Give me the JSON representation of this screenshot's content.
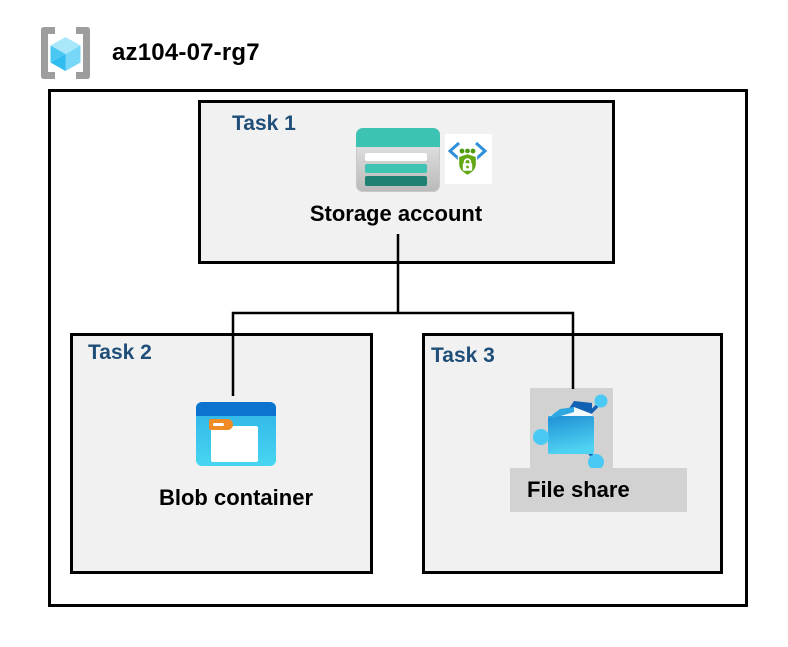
{
  "header": {
    "resource_group_name": "az104-07-rg7"
  },
  "tasks": [
    {
      "label": "Task 1",
      "node": "Storage account"
    },
    {
      "label": "Task 2",
      "node": "Blob container"
    },
    {
      "label": "Task 3",
      "node": "File share"
    }
  ],
  "icons": {
    "resource_group": "resource-group-icon (gray brackets with cyan cube)",
    "task1_primary": "storage-account-icon (teal striped card)",
    "task1_badge": "sas-security-icon (blue code chevrons, green dots, green shield with white lock)",
    "task2": "blob-container-icon (blue window with white folder and orange tab)",
    "task3": "file-share-icon (blue open folder with three cyan network nodes)"
  },
  "colors": {
    "task_label_navy": "#1F4E79",
    "box_fill_gray": "#F1F1F1",
    "backdrop_gray": "#D2D2D2",
    "border_black": "#000000",
    "storage_teal": "#3CC3B1",
    "storage_teal_dark": "#1E8070",
    "blob_title_bar": "#0C73CE",
    "blob_body_top": "#2FB0E7",
    "blob_body_bottom": "#47D6F1",
    "folder_tab_orange": "#F08C26",
    "share_node_cyan": "#49C9F4",
    "share_stem_blue": "#1262B4",
    "shield_green": "#61A813",
    "chevron_blue": "#2F8FD9",
    "dot_green": "#4C9B0F",
    "bracket_gray": "#9D9D9D",
    "cube_top": "#A9E7FB",
    "cube_left": "#49C6F1",
    "cube_left_dark": "#2FBDF0",
    "cube_right": "#76D7F7"
  }
}
